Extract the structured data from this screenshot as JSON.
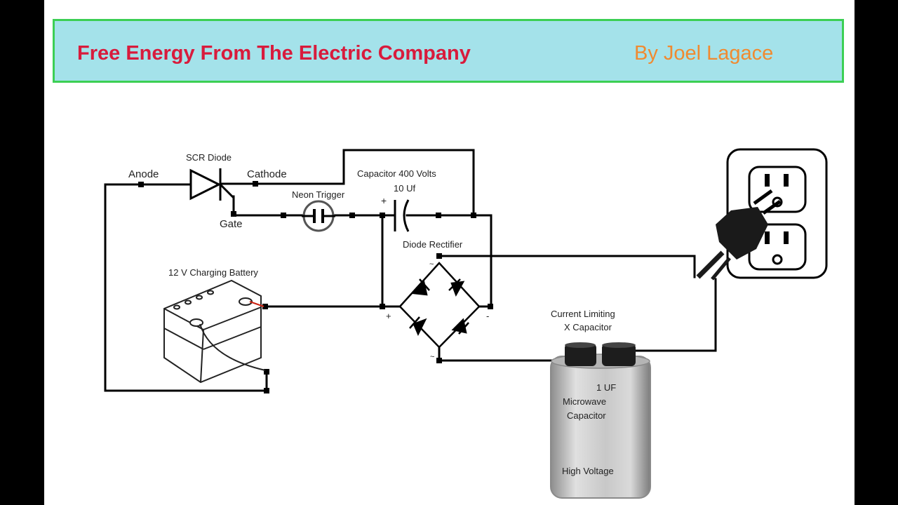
{
  "header": {
    "title": "Free Energy From The Electric Company",
    "author": "By Joel Lagace"
  },
  "labels": {
    "scr_diode": "SCR Diode",
    "anode": "Anode",
    "cathode": "Cathode",
    "gate": "Gate",
    "neon_trigger": "Neon Trigger",
    "capacitor_line1": "Capacitor 400 Volts",
    "capacitor_line2": "10 Uf",
    "diode_rectifier": "Diode Rectifier",
    "battery": "12 V Charging Battery",
    "current_limiting_line1": "Current Limiting",
    "current_limiting_line2": "X Capacitor",
    "microwave_cap_value": "1 UF",
    "microwave_cap_line1": "Microwave",
    "microwave_cap_line2": "Capacitor",
    "microwave_cap_line3": "High Voltage",
    "plus": "+",
    "minus": "-",
    "ac_tilde": "~"
  },
  "colors": {
    "title": "#d81b3c",
    "author": "#f08a30",
    "banner_bg": "#a4e2ea",
    "banner_border": "#3ccf54"
  },
  "icons": [
    "scr-diode-icon",
    "neon-lamp-icon",
    "capacitor-icon",
    "bridge-rectifier-icon",
    "battery-icon",
    "microwave-capacitor-icon",
    "wall-outlet-icon",
    "plug-icon"
  ]
}
